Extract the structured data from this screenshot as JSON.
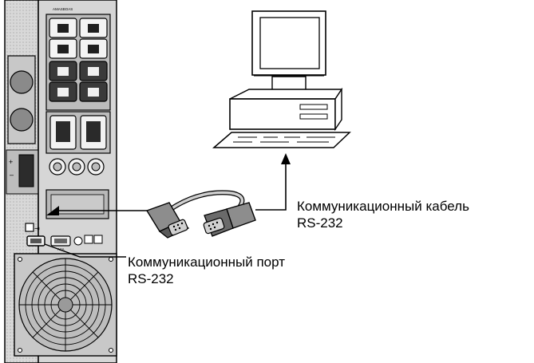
{
  "labels": {
    "cable_line1": "Коммуникационный кабель",
    "cable_line2": "RS-232",
    "port_line1": "Коммуникационный порт",
    "port_line2": "RS-232"
  },
  "colors": {
    "ink": "#000000",
    "panel": "#d2d2d2",
    "dark": "#3a3a3a",
    "mid": "#8f8f8f",
    "light": "#e8e8e8",
    "background": "#ffffff"
  }
}
